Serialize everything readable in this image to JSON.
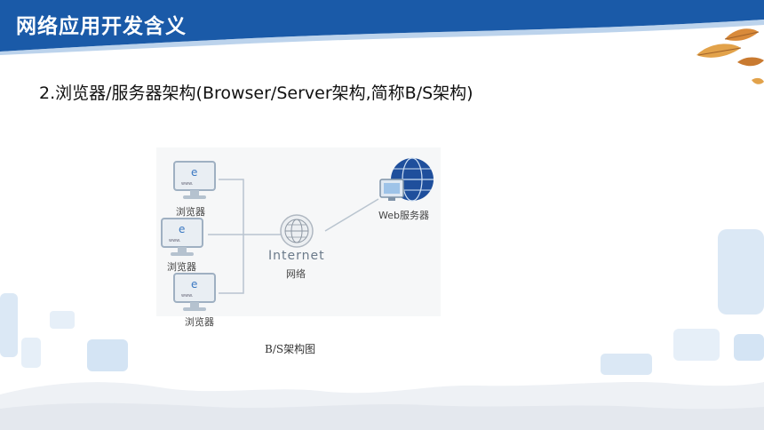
{
  "slide": {
    "title": "网络应用开发含义",
    "subtitle": "2.浏览器/服务器架构(Browser/Server架构,简称B/S架构)"
  },
  "diagram": {
    "browser_label": "浏览器",
    "internet_label": "Internet",
    "network_label": "网络",
    "server_label": "Web服务器",
    "screen_text": "www.",
    "caption": "B/S架构图"
  },
  "colors": {
    "header": "#1a5aa8",
    "accent": "#3a78c2",
    "deco_light": "#dbe8f5"
  }
}
